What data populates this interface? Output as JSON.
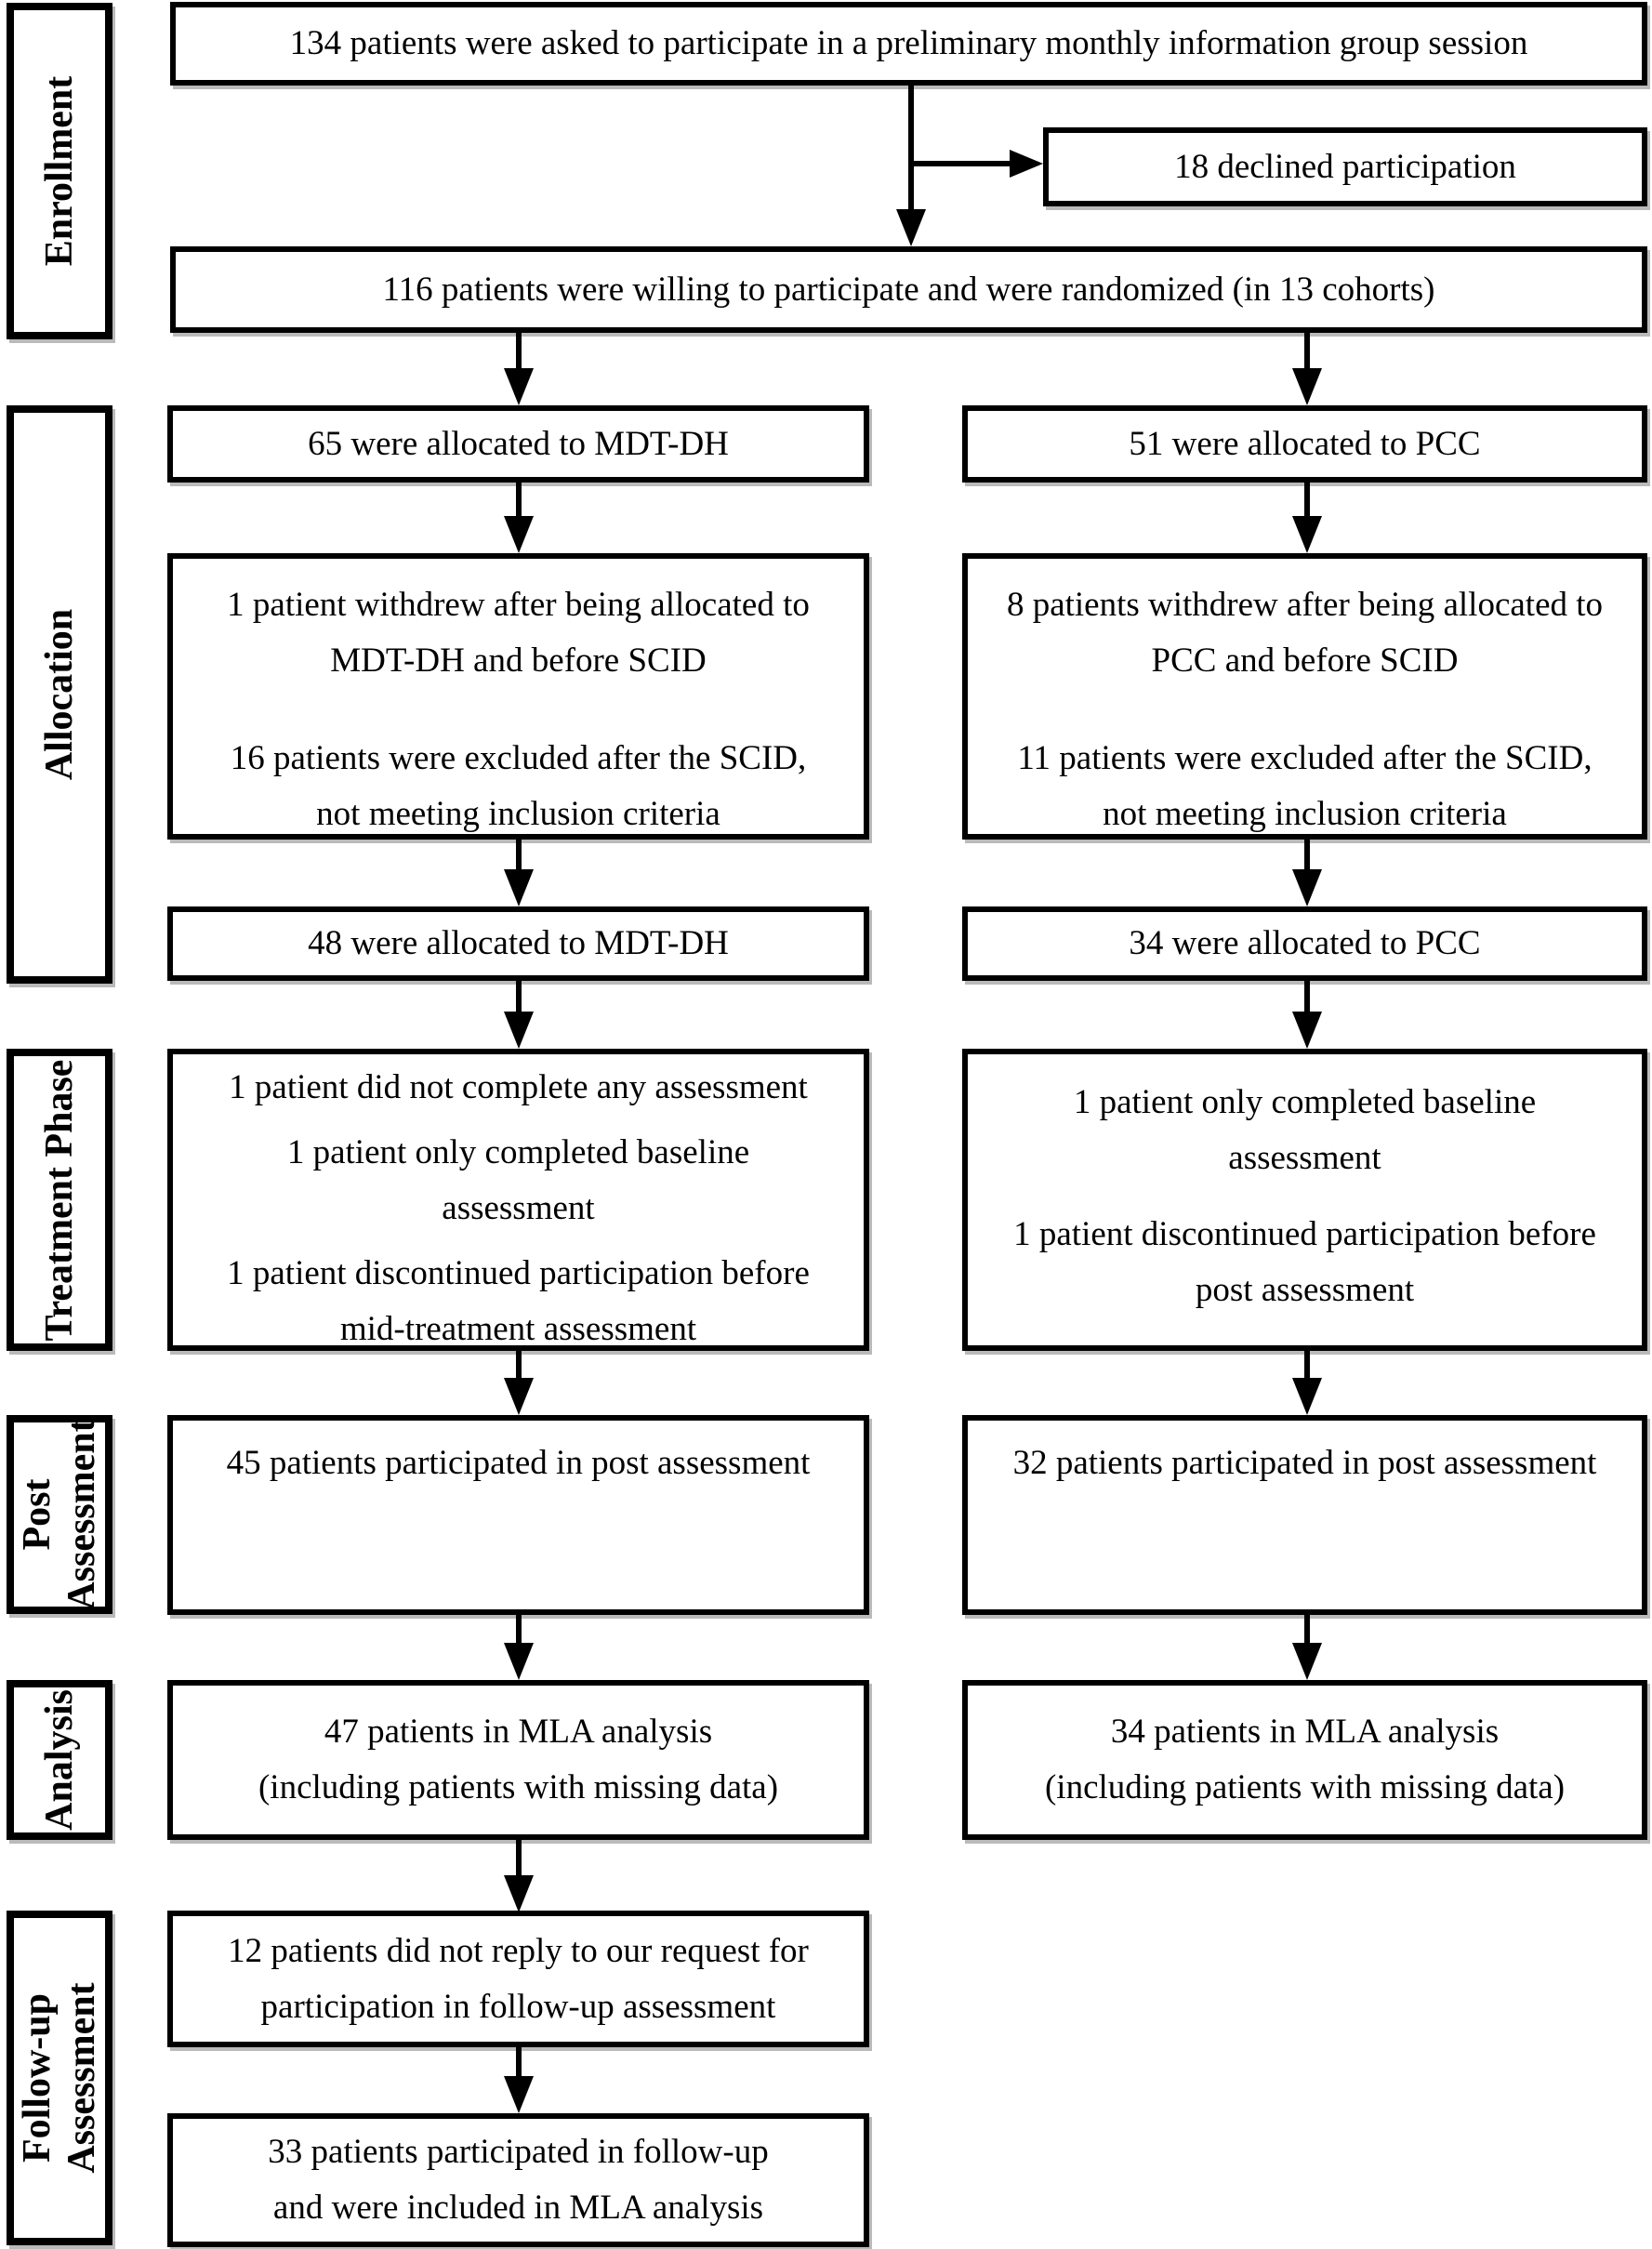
{
  "figure": {
    "background": "#ffffff",
    "line_color": "#000000",
    "shadow_color": "#828282"
  },
  "sections": [
    {
      "id": "enrollment",
      "label": "Enrollment"
    },
    {
      "id": "allocation",
      "label": "Allocation"
    },
    {
      "id": "treatment-phase",
      "label": "Treatment Phase"
    },
    {
      "id": "post-assessment",
      "label": [
        "Post",
        "Assessment"
      ]
    },
    {
      "id": "analysis",
      "label": "Analysis"
    },
    {
      "id": "follow-up-assessment",
      "label": [
        "Follow-up",
        "Assessment"
      ]
    }
  ],
  "boxes": {
    "asked": "134 patients were asked to participate in a preliminary monthly information group session",
    "declined": "18 declined participation",
    "randomized": "116 patients were willing to participate and were randomized (in 13 cohorts)",
    "mdtdh_allocated": "65 were allocated to MDT-DH",
    "pcc_allocated": "51 were allocated to PCC",
    "mdtdh_withdrew": [
      [
        "1 patient withdrew after being allocated to",
        "MDT-DH and before SCID"
      ],
      [
        "16 patients were excluded after the SCID,",
        "not meeting inclusion criteria"
      ]
    ],
    "pcc_withdrew": [
      [
        "8 patients withdrew after being allocated to",
        "PCC and before SCID"
      ],
      [
        "11 patients were excluded after the SCID,",
        "not meeting inclusion criteria"
      ]
    ],
    "mdtdh_allocated_final": "48 were allocated to MDT-DH",
    "pcc_allocated_final": "34 were allocated to PCC",
    "mdtdh_treatment": [
      [
        "1 patient did not complete any assessment"
      ],
      [
        "1 patient only completed baseline",
        "assessment"
      ],
      [
        "1 patient discontinued participation before",
        "mid-treatment assessment"
      ]
    ],
    "pcc_treatment": [
      [
        "1 patient only completed baseline",
        "assessment"
      ],
      [
        "1 patient discontinued participation before",
        "post assessment"
      ]
    ],
    "mdtdh_post": "45 patients participated in post assessment",
    "pcc_post": "32 patients participated in post assessment",
    "mdtdh_analysis": [
      "47 patients in MLA analysis",
      "(including patients with missing data)"
    ],
    "pcc_analysis": [
      "34 patients in MLA analysis",
      "(including patients with missing data)"
    ],
    "followup_noreply": [
      "12 patients did not reply to our request for",
      "participation in follow-up assessment"
    ],
    "followup_included": [
      "33 patients participated in follow-up",
      "and were included in MLA analysis"
    ]
  }
}
